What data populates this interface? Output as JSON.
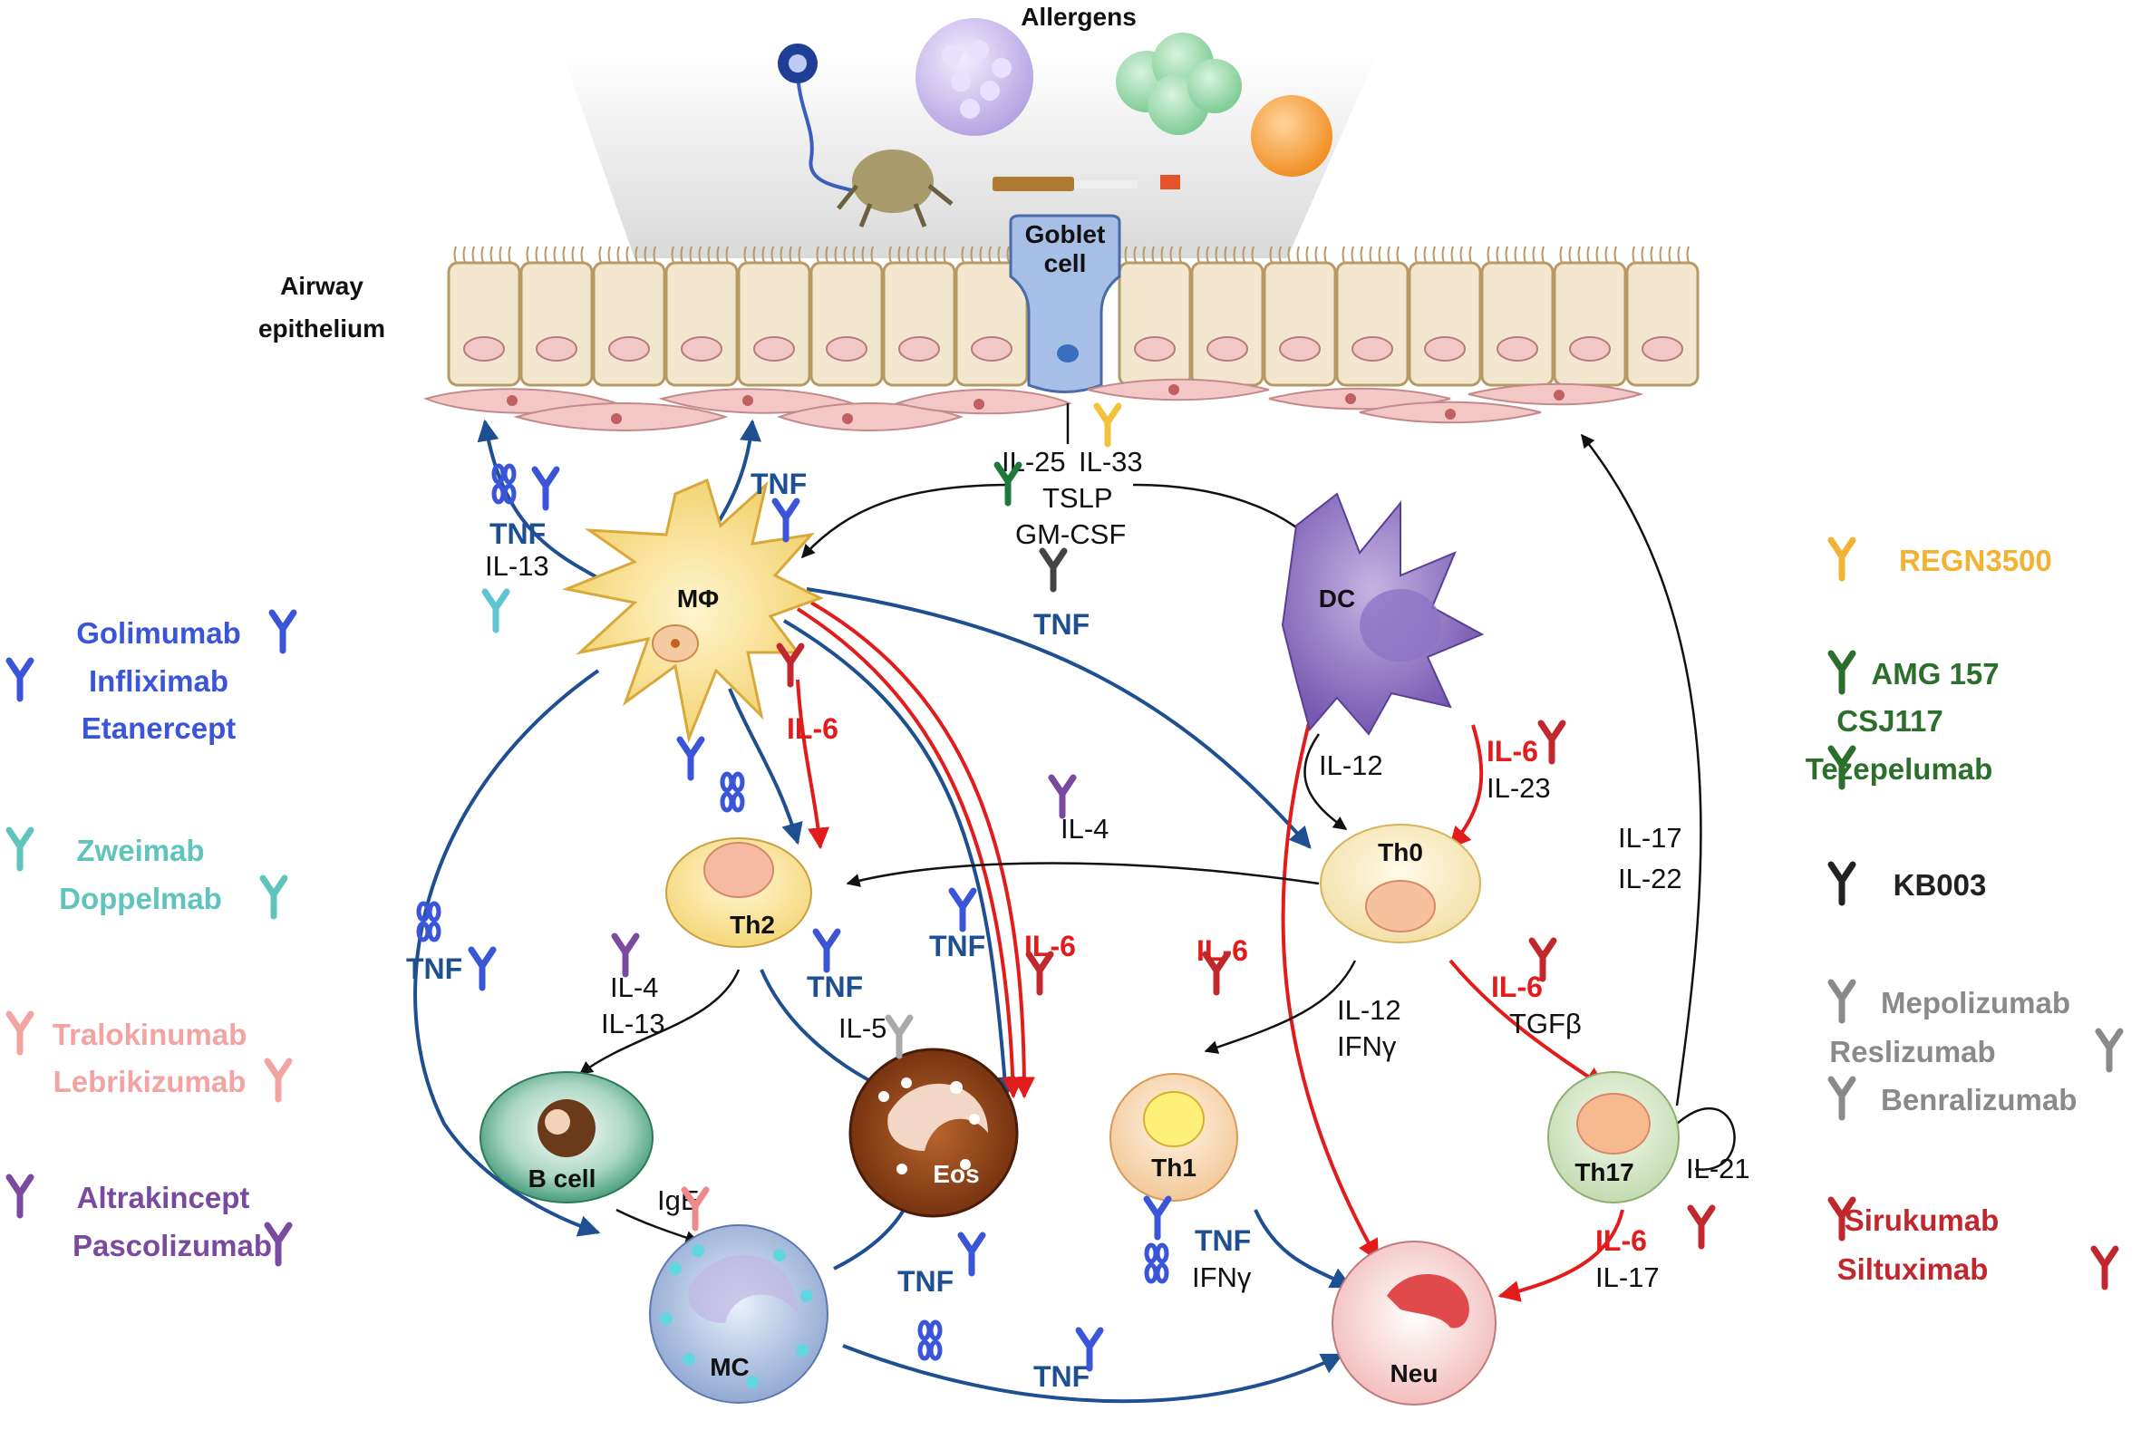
{
  "header": {
    "allergens": "Allergens",
    "airway": "Airway",
    "epithelium": "epithelium",
    "goblet": "Goblet",
    "goblet2": "cell"
  },
  "cells": {
    "mac": "MΦ",
    "dc": "DC",
    "th0": "Th0",
    "th2": "Th2",
    "th1": "Th1",
    "th17": "Th17",
    "bcell": "B cell",
    "eos": "Eos",
    "mc": "MC",
    "neu": "Neu"
  },
  "labels": {
    "il25": "IL-25",
    "il33": "IL-33",
    "tslp": "TSLP",
    "gmcsf": "GM-CSF",
    "tnf": "TNF",
    "il13": "IL-13",
    "il6": "IL-6",
    "il4": "IL-4",
    "il5": "IL-5",
    "il12": "IL-12",
    "il23": "IL-23",
    "ifng": "IFNγ",
    "tgfb": "TGFβ",
    "il17": "IL-17",
    "il22": "IL-22",
    "il21": "IL-21",
    "ige": "IgE"
  },
  "legend_left": [
    {
      "text": "Golimumab",
      "color": "#3a55d8"
    },
    {
      "text": "Infliximab",
      "color": "#3a55d8"
    },
    {
      "text": "Etanercept",
      "color": "#3a55d8"
    },
    {
      "text": "Zweimab",
      "color": "#5fc4bb"
    },
    {
      "text": "Doppelmab",
      "color": "#5fc4bb"
    },
    {
      "text": "Tralokinumab",
      "color": "#f4a3a3"
    },
    {
      "text": "Lebrikizumab",
      "color": "#f4a3a3"
    },
    {
      "text": "Altrakincept",
      "color": "#7a4aa0"
    },
    {
      "text": "Pascolizumab",
      "color": "#7a4aa0"
    }
  ],
  "legend_right": [
    {
      "text": "REGN3500",
      "color": "#f2b233"
    },
    {
      "text": "AMG 157",
      "color": "#2c6e2c"
    },
    {
      "text": "CSJ117",
      "color": "#2c6e2c"
    },
    {
      "text": "Tezepelumab",
      "color": "#2c6e2c"
    },
    {
      "text": "KB003",
      "color": "#222222"
    },
    {
      "text": "Mepolizumab",
      "color": "#8a8a8a"
    },
    {
      "text": "Reslizumab",
      "color": "#8a8a8a"
    },
    {
      "text": "Benralizumab",
      "color": "#8a8a8a"
    },
    {
      "text": "Sirukumab",
      "color": "#c0282d"
    },
    {
      "text": "Siltuximab",
      "color": "#c0282d"
    }
  ],
  "colors": {
    "navy": "#1d4f91",
    "red": "#e21b1b"
  }
}
